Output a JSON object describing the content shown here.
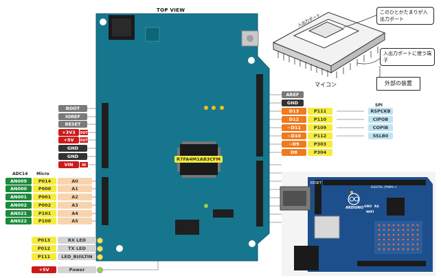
{
  "board": {
    "title": "TOP VIEW",
    "chip_label": "R7FA4M1AB3CFM"
  },
  "headers": {
    "adc": "ADC14",
    "micro": "Micro",
    "spi": "SPI"
  },
  "left_power": [
    {
      "label": "BOOT"
    },
    {
      "label": "IOREF"
    },
    {
      "label": "RESET"
    },
    {
      "label": "+3V3",
      "badge": "OUT"
    },
    {
      "label": "+5V",
      "badge": "OUT"
    },
    {
      "label": "GND"
    },
    {
      "label": "GND"
    },
    {
      "label": "VIN",
      "badge": "IN"
    }
  ],
  "analog_pins": [
    {
      "adc": "AN009",
      "micro": "P014",
      "pin": "A0"
    },
    {
      "adc": "AN000",
      "micro": "P000",
      "pin": "A1"
    },
    {
      "adc": "AN001",
      "micro": "P001",
      "pin": "A2"
    },
    {
      "adc": "AN002",
      "micro": "P002",
      "pin": "A3"
    },
    {
      "adc": "AN021",
      "micro": "P101",
      "pin": "A4"
    },
    {
      "adc": "AN022",
      "micro": "P100",
      "pin": "A5"
    }
  ],
  "led_pins": [
    {
      "micro": "P013",
      "label": "RX LED"
    },
    {
      "micro": "P012",
      "label": "TX LED"
    },
    {
      "micro": "P111",
      "label": "LED_BUILTIN"
    }
  ],
  "power_led": {
    "micro": "+5V",
    "label": "Power"
  },
  "right_top": [
    "AREF",
    "GND"
  ],
  "digital_pins": [
    {
      "pin": "D13",
      "micro": "P111",
      "spi": "RSPCKB"
    },
    {
      "pin": "D12",
      "micro": "P110",
      "spi": "CIPOB"
    },
    {
      "pin": "~D11",
      "micro": "P109",
      "spi": "COPIB"
    },
    {
      "pin": "~D10",
      "micro": "P112",
      "spi": "SSLB0"
    },
    {
      "pin": "~D9",
      "micro": "P303"
    },
    {
      "pin": "D8",
      "micro": "P304"
    }
  ],
  "annotations": {
    "chip_center": "入出力ポート",
    "bubble_1": "このひとかたまりが入出力ポート",
    "bubble_2": "入出力ポートに使う端子",
    "mcu_label": "マイコン",
    "external": "外部の装置"
  },
  "photo": {
    "brand": "ARDUINO",
    "model_line_1": "UNO",
    "model_line_2": "R4",
    "model_line_3": "WIFI",
    "reset": "RESET",
    "digital": "DIGITAL (PWM~)"
  },
  "colors": {
    "board": "#16768e",
    "photo_board": "#1d4f8c",
    "red": "#cc1a1a",
    "orange": "#f07a1e",
    "yellow": "#f6ec3a",
    "green": "#1c8a3c"
  }
}
